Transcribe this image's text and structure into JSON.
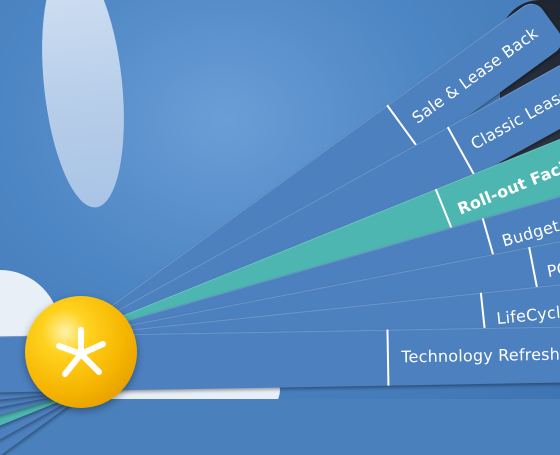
{
  "menu": {
    "items": [
      {
        "label": "Technology Refresh Option",
        "active": false
      },
      {
        "label": "LifeCycle Lease",
        "active": false
      },
      {
        "label": "PC Lease",
        "active": false
      },
      {
        "label": "Budget Lease",
        "active": false
      },
      {
        "label": "Roll-out Facility",
        "active": true
      },
      {
        "label": "Classic Lease",
        "active": false
      },
      {
        "label": "Sale & Lease Back",
        "active": false
      }
    ]
  },
  "colors": {
    "card_blue": "#4d80bf",
    "card_active_teal": "#4db6b0",
    "ball_yellow": "#f5b400"
  },
  "logo": {
    "icon": "star-burst-icon"
  }
}
